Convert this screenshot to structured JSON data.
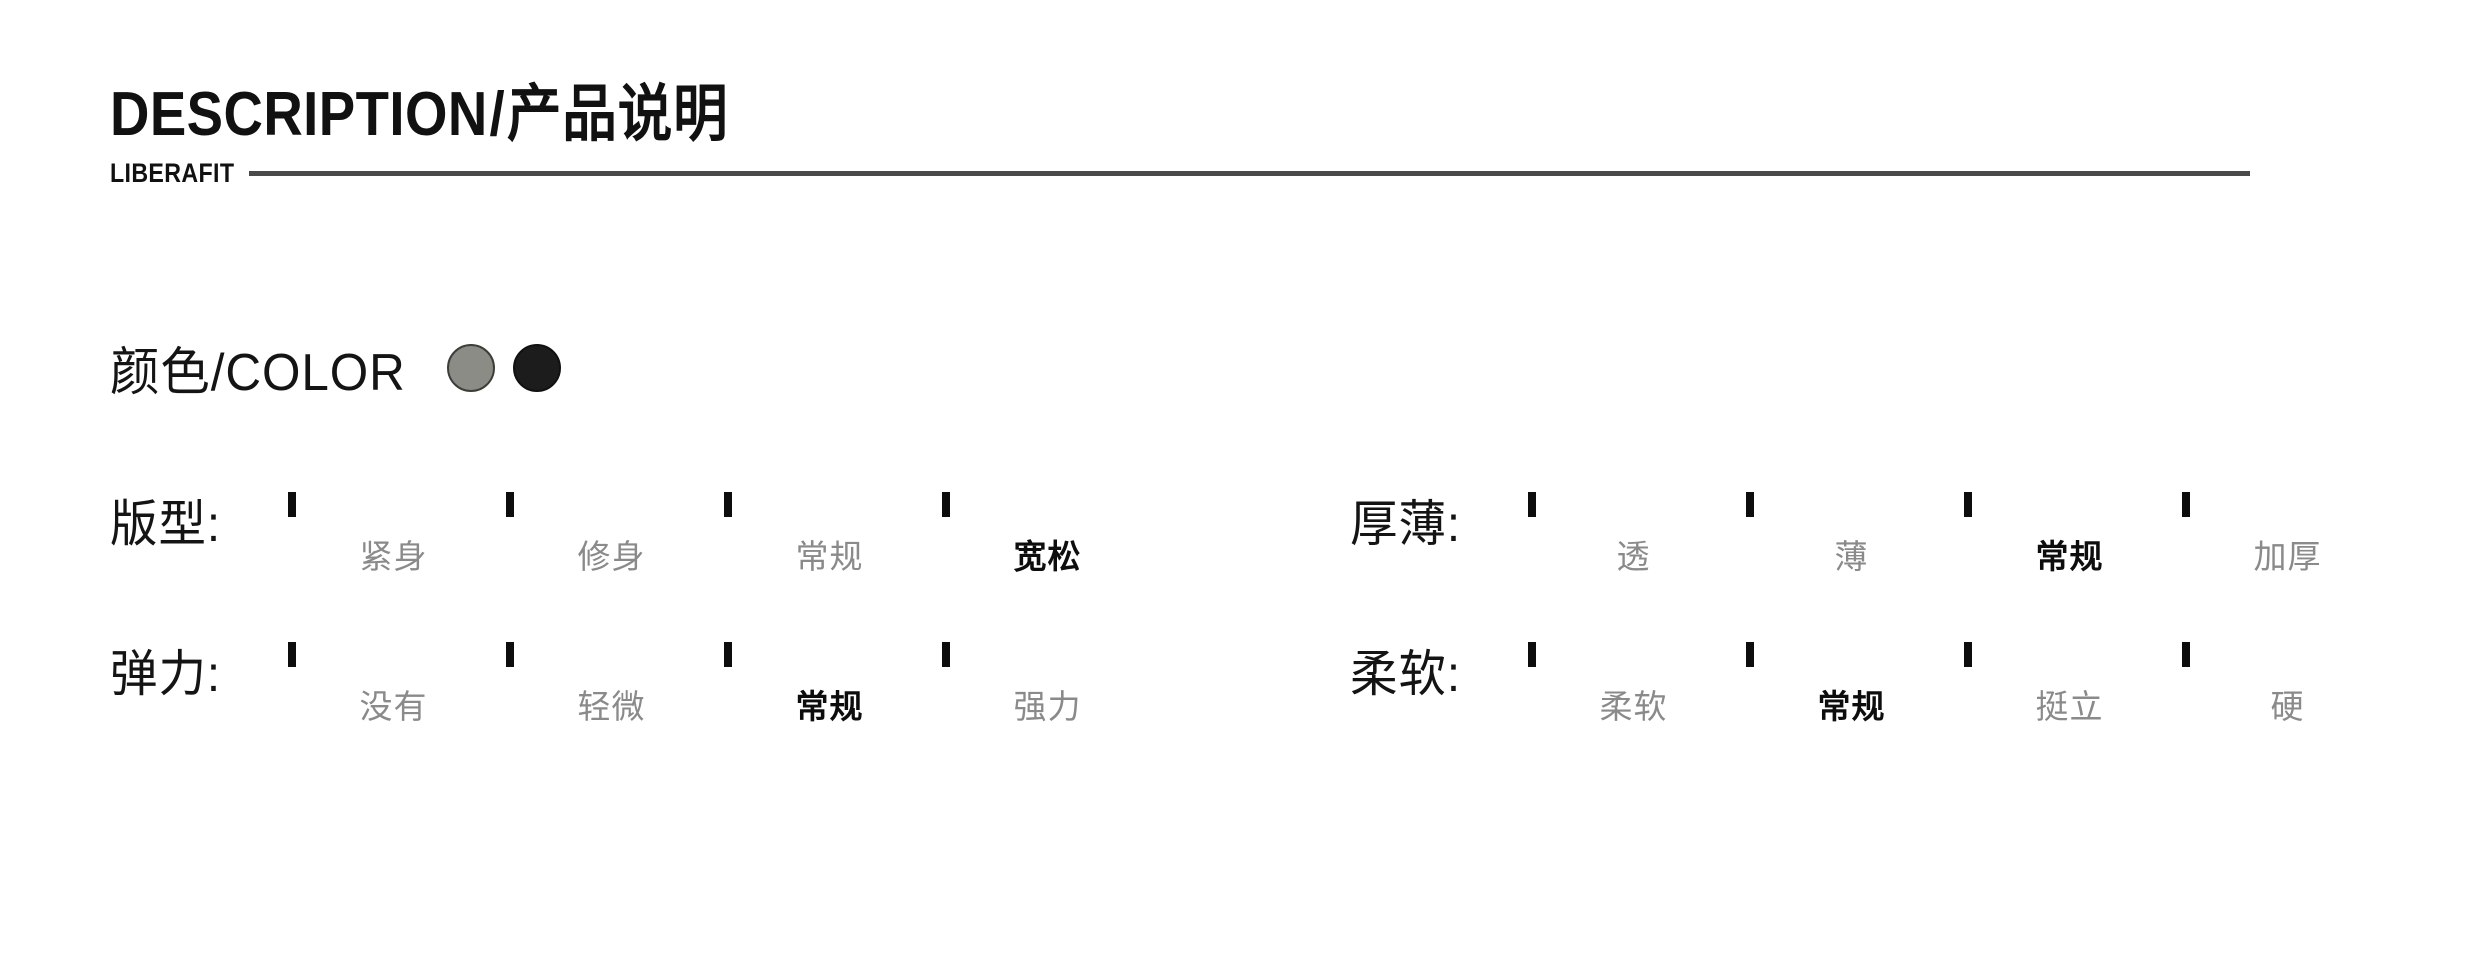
{
  "header": {
    "title_en": "DESCRIPTION",
    "title_sep": "/",
    "title_cn": "产品说明",
    "brand": "LIBERAFIT",
    "rule_color": "#4a4a4a"
  },
  "color_section": {
    "label": "颜色/COLOR",
    "swatches": [
      {
        "name": "gray-swatch",
        "hex": "#8c8c86"
      },
      {
        "name": "black-swatch",
        "hex": "#1c1c1c"
      }
    ]
  },
  "palette": {
    "box_fill": "#cccccc",
    "box_empty": "#ffffff",
    "box_border": "#0d0d0d",
    "caption_muted": "#8a8a8a",
    "caption_active": "#0d0d0d"
  },
  "attributes": {
    "left": [
      {
        "name": "版型:",
        "options": [
          {
            "caption": "紧身",
            "filled": true,
            "active": false
          },
          {
            "caption": "修身",
            "filled": true,
            "active": false
          },
          {
            "caption": "常规",
            "filled": true,
            "active": false
          },
          {
            "caption": "宽松",
            "filled": true,
            "active": true
          }
        ]
      },
      {
        "name": "弹力:",
        "options": [
          {
            "caption": "没有",
            "filled": true,
            "active": false
          },
          {
            "caption": "轻微",
            "filled": true,
            "active": false
          },
          {
            "caption": "常规",
            "filled": true,
            "active": true
          },
          {
            "caption": "强力",
            "filled": false,
            "active": false
          }
        ]
      }
    ],
    "right": [
      {
        "name": "厚薄:",
        "options": [
          {
            "caption": "透",
            "filled": true,
            "active": false
          },
          {
            "caption": "薄",
            "filled": true,
            "active": false
          },
          {
            "caption": "常规",
            "filled": true,
            "active": true
          },
          {
            "caption": "加厚",
            "filled": false,
            "active": false
          }
        ]
      },
      {
        "name": "柔软:",
        "options": [
          {
            "caption": "柔软",
            "filled": true,
            "active": false
          },
          {
            "caption": "常规",
            "filled": true,
            "active": true
          },
          {
            "caption": "挺立",
            "filled": false,
            "active": false
          },
          {
            "caption": "硬",
            "filled": false,
            "active": false
          }
        ]
      }
    ]
  }
}
